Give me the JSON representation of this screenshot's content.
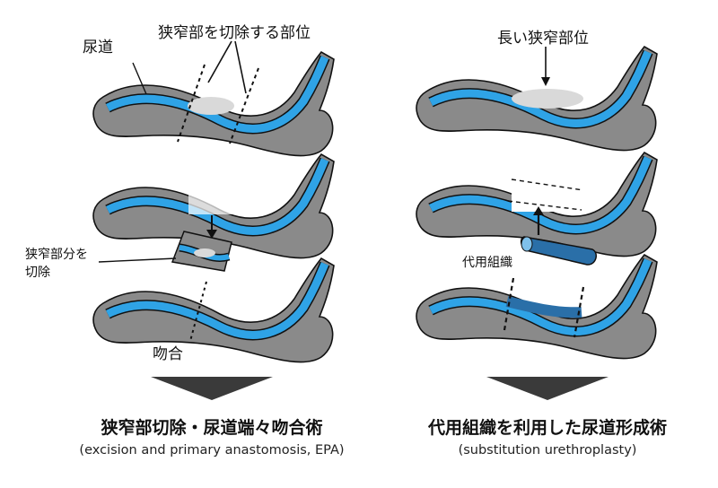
{
  "left_panel": {
    "label_urethra": "尿道",
    "label_stricture_site": "狭窄部を切除する部位",
    "label_excise": "狭窄部分を\n切除",
    "label_anastomosis": "吻合",
    "title": "狭窄部切除・尿道端々吻合術",
    "subtitle": "(excision and primary anastomosis, EPA)"
  },
  "right_panel": {
    "label_long_stricture": "長い狭窄部位",
    "label_graft": "代用組織",
    "title": "代用組織を利用した尿道形成術",
    "subtitle": "(substitution urethroplasty)"
  },
  "colors": {
    "tissue": "#8a8a8a",
    "tissue_light": "#c8c8c8",
    "urethra": "#2fa3e6",
    "graft": "#2a6fa8",
    "outline": "#111111",
    "arrow_down": "#3a3a3a"
  }
}
